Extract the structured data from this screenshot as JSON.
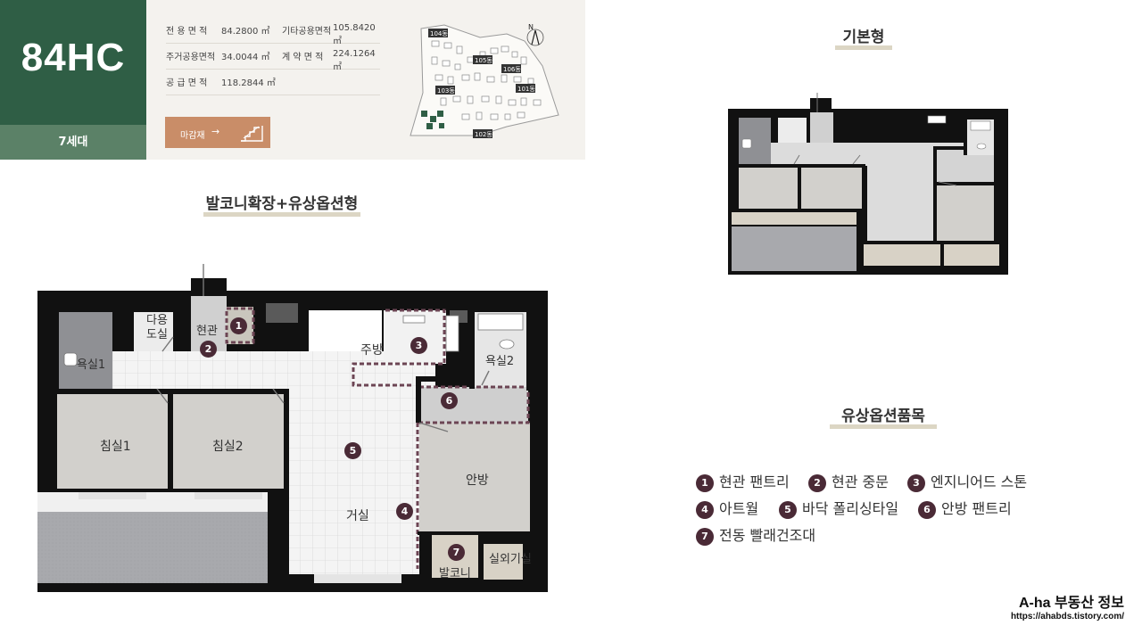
{
  "unit": {
    "type_code": "84HC",
    "households": "7세대"
  },
  "areas": [
    {
      "label": "전 용 면 적",
      "value": "84.2800 ㎡",
      "label2": "기타공용면적",
      "value2": "105.8420 ㎡"
    },
    {
      "label": "주거공용면적",
      "value": "34.0044 ㎡",
      "label2": "계 약 면 적",
      "value2": "224.1264 ㎡"
    },
    {
      "label": "공 급 면 적",
      "value": "118.2844 ㎡",
      "label2": "",
      "value2": ""
    }
  ],
  "finish_button": {
    "label": "마감재",
    "arrow": "→"
  },
  "site_map": {
    "north": "N",
    "buildings": [
      "104동",
      "105동",
      "106동",
      "103동",
      "101동",
      "102동"
    ]
  },
  "sections": {
    "option_plan_title": "발코니확장+유상옵션형",
    "basic_plan_title": "기본형",
    "options_title": "유상옵션품목"
  },
  "rooms": {
    "multi_room": "다용\n도실",
    "entrance": "현관",
    "kitchen": "주방",
    "bath1": "욕실1",
    "bath2": "욕실2",
    "bedroom1": "침실1",
    "bedroom2": "침실2",
    "master": "안방",
    "living": "거실",
    "balcony": "발코니",
    "outdoor_unit": "실외기실"
  },
  "marker_numbers": [
    "1",
    "2",
    "3",
    "4",
    "5",
    "6",
    "7"
  ],
  "options": [
    {
      "num": "1",
      "label": "현관 팬트리"
    },
    {
      "num": "2",
      "label": "현관 중문"
    },
    {
      "num": "3",
      "label": "엔지니어드 스톤"
    },
    {
      "num": "4",
      "label": "아트월"
    },
    {
      "num": "5",
      "label": "바닥 폴리싱타일"
    },
    {
      "num": "6",
      "label": "안방 팬트리"
    },
    {
      "num": "7",
      "label": "전동 빨래건조대"
    }
  ],
  "brand": {
    "name": "A-ha 부동산 정보",
    "url": "https://ahabds.tistory.com/"
  },
  "colors": {
    "accent_green": "#2f5e45",
    "green_light": "#5b8167",
    "button": "#c98d68",
    "marker": "#4a2a36"
  }
}
